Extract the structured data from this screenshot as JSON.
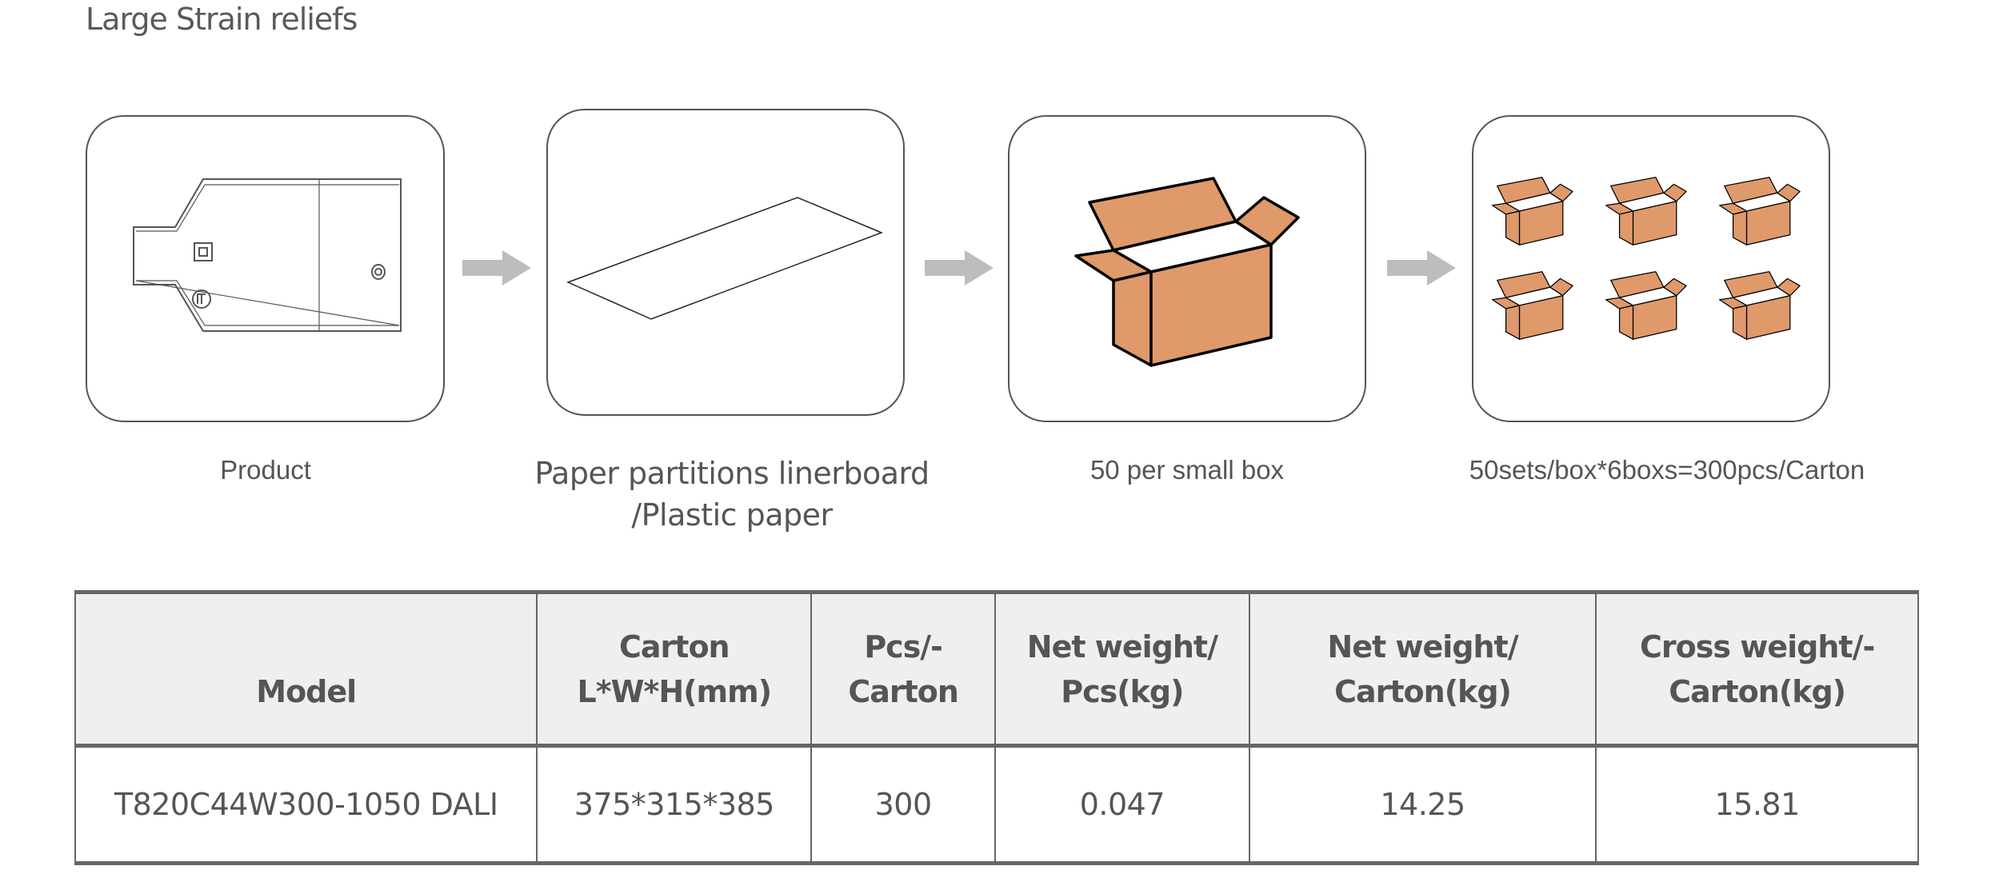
{
  "title": "Large Strain reliefs",
  "steps": [
    {
      "label": "Product",
      "icon": "product-drawing-icon"
    },
    {
      "label_line1": "Paper partitions linerboard",
      "label_line2": "/Plastic paper",
      "icon": "paper-sheet-icon"
    },
    {
      "label": "50 per small box",
      "icon": "carton-box-icon"
    },
    {
      "label": "50sets/box*6boxs=300pcs/Carton",
      "icon": "six-boxes-icon"
    }
  ],
  "colors": {
    "box_fill": "#df996b",
    "arrow": "#bdbdbd",
    "header_bg": "#efefef"
  },
  "table": {
    "headers": [
      [
        "Model"
      ],
      [
        "Carton",
        "L*W*H(mm)"
      ],
      [
        "Pcs/-",
        "Carton"
      ],
      [
        "Net weight/",
        "Pcs(kg)"
      ],
      [
        "Net weight/",
        "Carton(kg)"
      ],
      [
        "Cross weight/-",
        "Carton(kg)"
      ]
    ],
    "rows": [
      [
        "T820C44W300-1050 DALI",
        "375*315*385",
        "300",
        "0.047",
        "14.25",
        "15.81"
      ]
    ]
  }
}
